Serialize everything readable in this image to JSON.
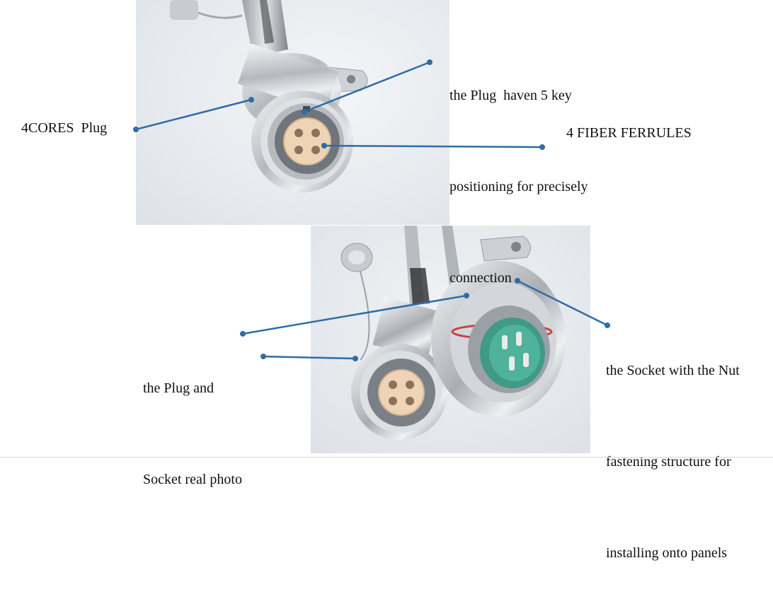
{
  "labels": {
    "four_cores_plug": "4CORES  Plug",
    "plug_key": {
      "line1": "the Plug  haven 5 key",
      "line2": "positioning for precisely",
      "line3": "connection"
    },
    "fiber_ferrules": "4 FIBER FERRULES",
    "real_photo": {
      "line1": "the Plug and",
      "line2": "Socket real photo"
    },
    "socket": {
      "line1": "the Socket with the Nut",
      "line2": "fastening structure for",
      "line3": "installing onto panels"
    }
  },
  "colors": {
    "leader_line": "#2f6ca8",
    "photo_background": "#e9ecf0",
    "ferrule": "#efd3b5",
    "socket_insert": "#3f9a86",
    "steel": "#c9ccd0"
  }
}
